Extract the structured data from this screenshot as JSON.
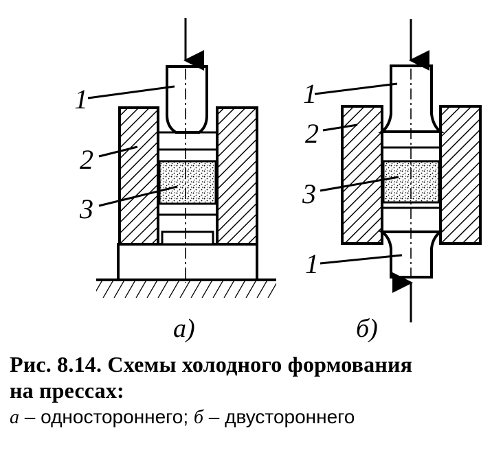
{
  "figure": {
    "a": {
      "label": "а)",
      "callouts": [
        "1",
        "2",
        "3"
      ]
    },
    "b": {
      "label": "б)",
      "callouts": [
        "1",
        "2",
        "3",
        "1"
      ]
    }
  },
  "caption": {
    "title_line1": "Рис. 8.14. Схемы холодного формования",
    "title_line2": "на прессах:",
    "legend_a_letter": "а",
    "legend_a_text": " – одностороннего; ",
    "legend_b_letter": "б",
    "legend_b_text": " – двустороннего"
  }
}
